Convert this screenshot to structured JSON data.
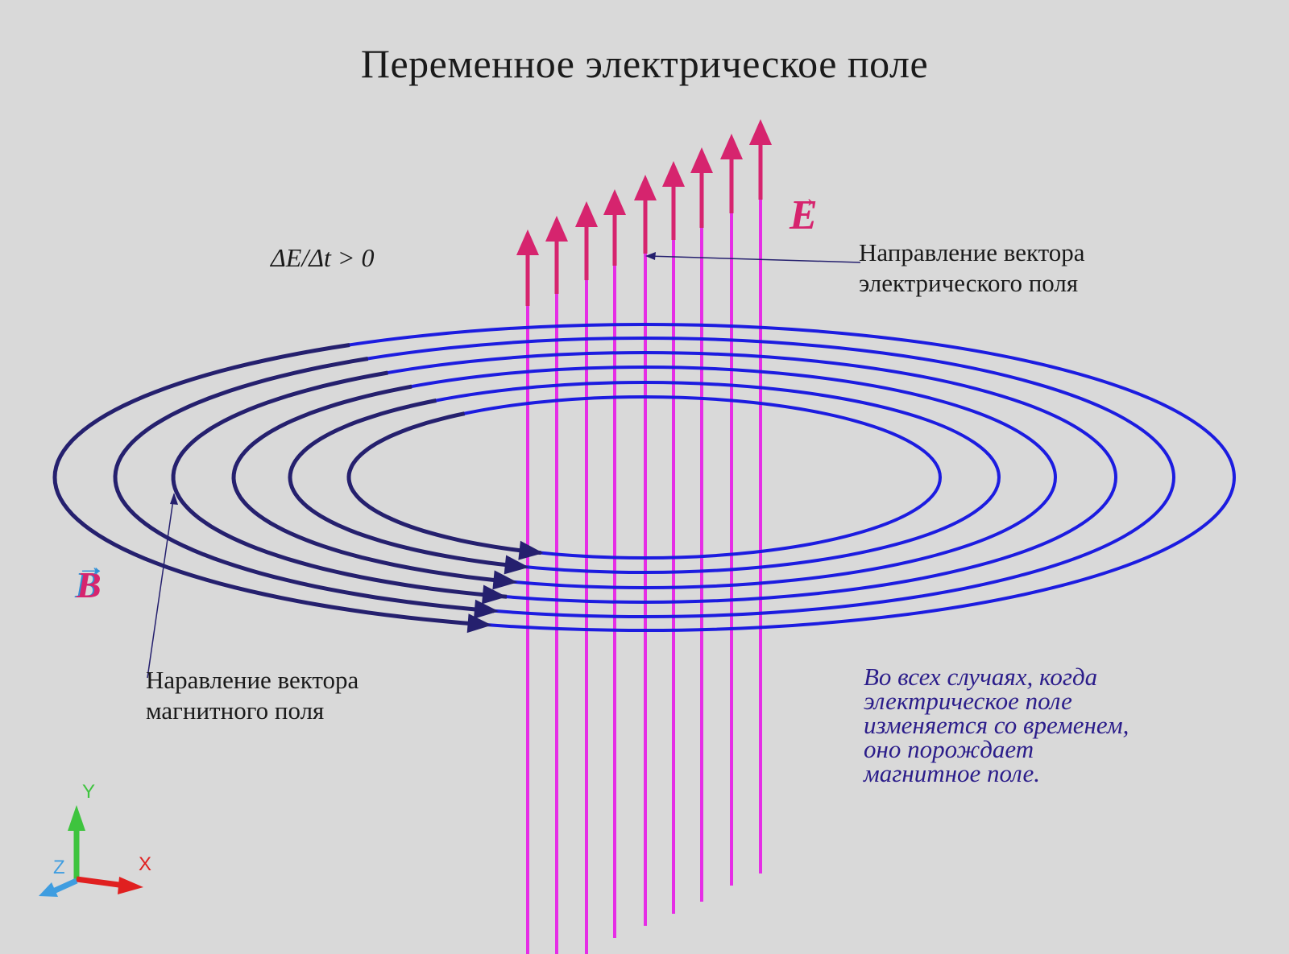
{
  "title": "Переменное электрическое поле",
  "formula": "ΔE/Δt > 0",
  "e_vector_label": {
    "symbol": "E",
    "arrow": "→"
  },
  "b_vector_label": {
    "symbol": "B",
    "arrow": "→"
  },
  "e_direction_label": [
    "Направление вектора",
    "электрического поля"
  ],
  "b_direction_label": [
    "Наравление вектора",
    "магнитного поля"
  ],
  "note": [
    "Во всех случаях, когда",
    "электрическое поле",
    "изменяется со временем,",
    "оно порождает",
    "магнитное поле."
  ],
  "axes": {
    "y": "Y",
    "x": "X",
    "z": "Z"
  },
  "colors": {
    "background": "#d9d9d9",
    "field_lines": "#e62ee6",
    "field_arrows": "#d6246e",
    "loops": "#1c1ce0",
    "loop_arrows": "#25206e",
    "leader": "#25206e",
    "note_text": "#2b1d8a"
  },
  "field_line_count": 9,
  "loop_count": 6
}
